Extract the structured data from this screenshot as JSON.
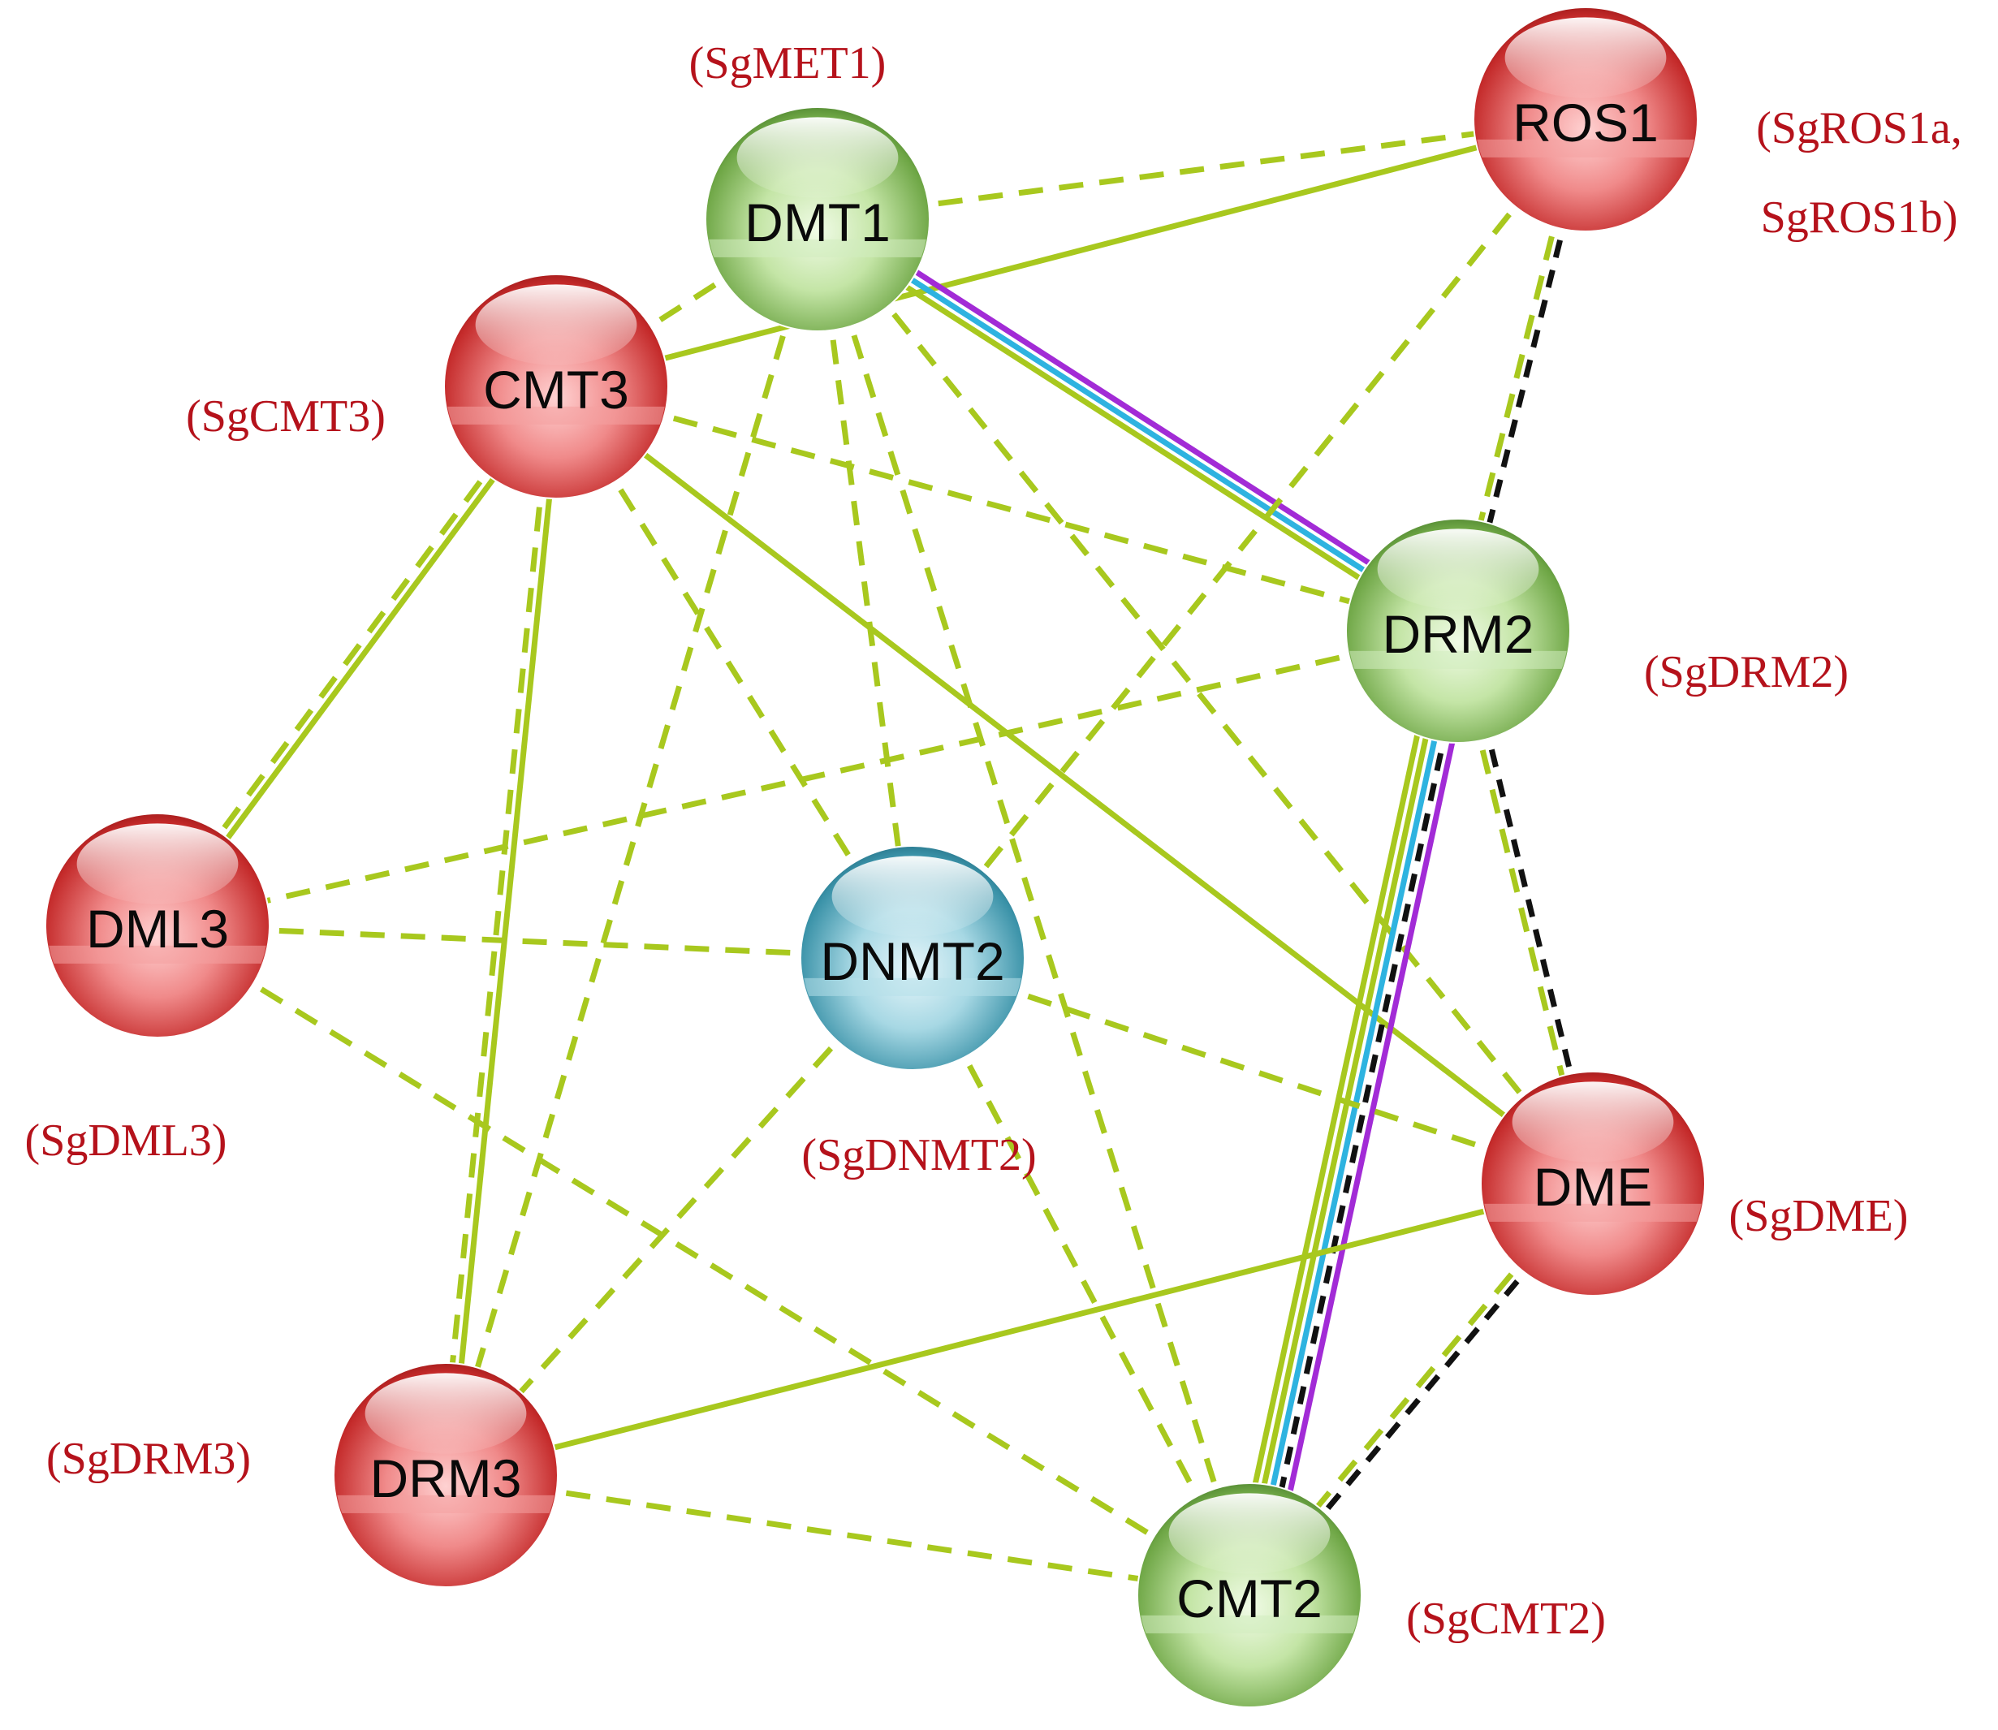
{
  "colors": {
    "evidence_green": "#a8c81e",
    "evidence_purple": "#a22bd6",
    "evidence_cyan": "#2eb3e0",
    "evidence_black": "#111111",
    "alias_text": "#b5121b",
    "node_red": "#d93a3a",
    "node_green": "#7fb85a",
    "node_teal": "#3e9bb0"
  },
  "nodes": [
    {
      "id": "DMT1",
      "label": "DMT1",
      "alias": "(SgMET1)",
      "color": "green"
    },
    {
      "id": "ROS1",
      "label": "ROS1",
      "alias": "(SgROS1a,",
      "alias2": "SgROS1b)",
      "color": "red"
    },
    {
      "id": "CMT3",
      "label": "CMT3",
      "alias": "(SgCMT3)",
      "color": "red"
    },
    {
      "id": "DRM2",
      "label": "DRM2",
      "alias": "(SgDRM2)",
      "color": "green"
    },
    {
      "id": "DML3",
      "label": "DML3",
      "alias": "(SgDML3)",
      "color": "red"
    },
    {
      "id": "DNMT2",
      "label": "DNMT2",
      "alias": "(SgDNMT2)",
      "color": "teal"
    },
    {
      "id": "DME",
      "label": "DME",
      "alias": "(SgDME)",
      "color": "red"
    },
    {
      "id": "DRM3",
      "label": "DRM3",
      "alias": "(SgDRM3)",
      "color": "red"
    },
    {
      "id": "CMT2",
      "label": "CMT2",
      "alias": "(SgCMT2)",
      "color": "green"
    }
  ],
  "edges": [
    {
      "source": "DMT1",
      "target": "ROS1",
      "styles": [
        "green-dashed"
      ]
    },
    {
      "source": "CMT3",
      "target": "ROS1",
      "styles": [
        "green-solid"
      ]
    },
    {
      "source": "DMT1",
      "target": "CMT3",
      "styles": [
        "green-dashed"
      ]
    },
    {
      "source": "DMT1",
      "target": "DRM2",
      "styles": [
        "purple-solid",
        "cyan-solid",
        "green-solid"
      ]
    },
    {
      "source": "DMT1",
      "target": "DNMT2",
      "styles": [
        "green-dashed"
      ]
    },
    {
      "source": "DMT1",
      "target": "DRM3",
      "styles": [
        "green-dashed"
      ]
    },
    {
      "source": "DMT1",
      "target": "DME",
      "styles": [
        "green-dashed"
      ]
    },
    {
      "source": "DMT1",
      "target": "CMT2",
      "styles": [
        "green-dashed"
      ]
    },
    {
      "source": "ROS1",
      "target": "DRM2",
      "styles": [
        "black-dashed",
        "green-dashed"
      ]
    },
    {
      "source": "ROS1",
      "target": "DNMT2",
      "styles": [
        "green-dashed"
      ]
    },
    {
      "source": "CMT3",
      "target": "DRM2",
      "styles": [
        "green-dashed"
      ]
    },
    {
      "source": "CMT3",
      "target": "DML3",
      "styles": [
        "green-solid",
        "green-dashed"
      ]
    },
    {
      "source": "CMT3",
      "target": "DRM3",
      "styles": [
        "green-solid",
        "green-dashed"
      ]
    },
    {
      "source": "CMT3",
      "target": "DNMT2",
      "styles": [
        "green-dashed"
      ]
    },
    {
      "source": "CMT3",
      "target": "DME",
      "styles": [
        "green-solid"
      ]
    },
    {
      "source": "DRM2",
      "target": "DML3",
      "styles": [
        "green-dashed"
      ]
    },
    {
      "source": "DRM2",
      "target": "DME",
      "styles": [
        "black-dashed",
        "green-dashed"
      ]
    },
    {
      "source": "DRM2",
      "target": "CMT2",
      "styles": [
        "purple-solid",
        "black-dashed",
        "cyan-solid",
        "green-solid",
        "green-solid"
      ]
    },
    {
      "source": "DML3",
      "target": "DNMT2",
      "styles": [
        "green-dashed"
      ]
    },
    {
      "source": "DML3",
      "target": "CMT2",
      "styles": [
        "green-dashed"
      ]
    },
    {
      "source": "DNMT2",
      "target": "DME",
      "styles": [
        "green-dashed"
      ]
    },
    {
      "source": "DNMT2",
      "target": "DRM3",
      "styles": [
        "green-dashed"
      ]
    },
    {
      "source": "DNMT2",
      "target": "CMT2",
      "styles": [
        "green-dashed"
      ]
    },
    {
      "source": "DME",
      "target": "DRM3",
      "styles": [
        "green-solid"
      ]
    },
    {
      "source": "DME",
      "target": "CMT2",
      "styles": [
        "black-dashed",
        "green-dashed"
      ]
    },
    {
      "source": "DRM3",
      "target": "CMT2",
      "styles": [
        "green-dashed"
      ]
    }
  ]
}
